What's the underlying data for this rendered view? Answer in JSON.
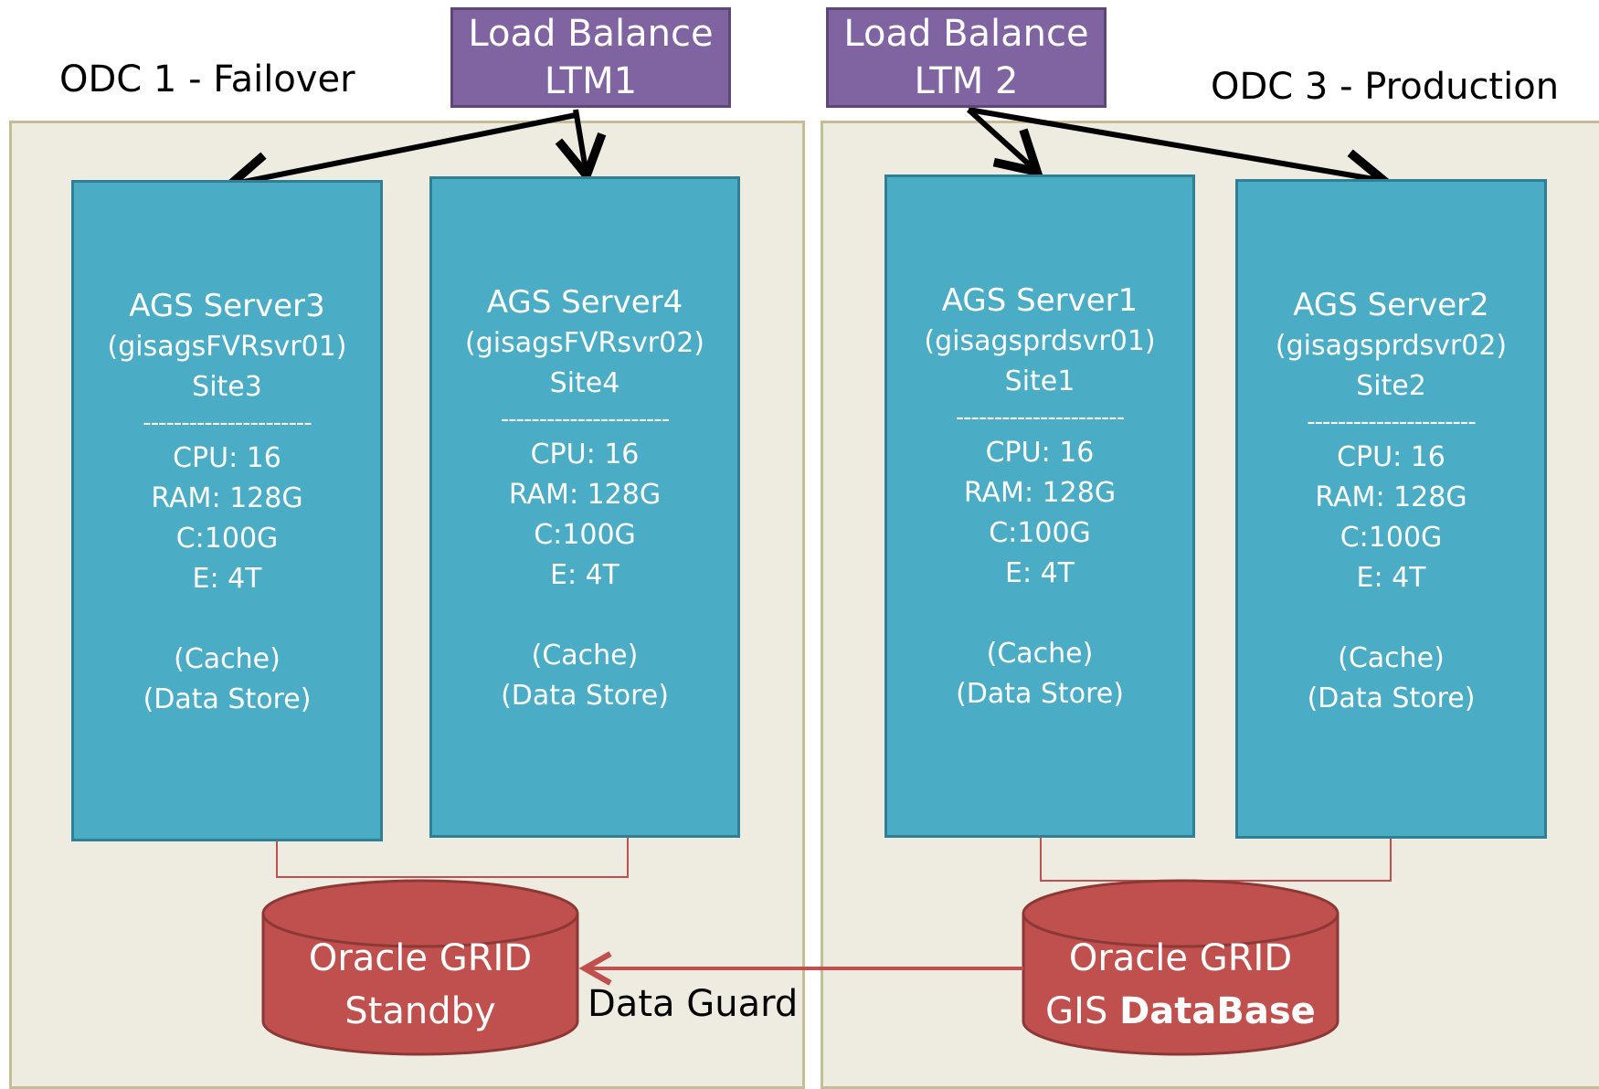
{
  "datacenters": [
    {
      "label": "ODC 1 - Failover"
    },
    {
      "label": "ODC 3 - Production"
    }
  ],
  "load_balancers": [
    {
      "line1": "Load Balance",
      "line2": "LTM1"
    },
    {
      "line1": "Load Balance",
      "line2": "LTM 2"
    }
  ],
  "servers": [
    {
      "name": "AGS Server3",
      "host": "(gisagsFVRsvr01)",
      "site": "Site3",
      "divider": "----------------------",
      "cpu": "CPU: 16",
      "ram": "RAM: 128G",
      "c": "C:100G",
      "e": "E: 4T",
      "cache": "(Cache)",
      "store": "(Data Store)"
    },
    {
      "name": "AGS Server4",
      "host": "(gisagsFVRsvr02)",
      "site": "Site4",
      "divider": "----------------------",
      "cpu": "CPU: 16",
      "ram": "RAM: 128G",
      "c": "C:100G",
      "e": "E: 4T",
      "cache": "(Cache)",
      "store": "(Data Store)"
    },
    {
      "name": "AGS Server1",
      "host": "(gisagsprdsvr01)",
      "site": "Site1",
      "divider": "----------------------",
      "cpu": "CPU: 16",
      "ram": "RAM: 128G",
      "c": "C:100G",
      "e": "E: 4T",
      "cache": "(Cache)",
      "store": "(Data Store)"
    },
    {
      "name": "AGS Server2",
      "host": "(gisagsprdsvr02)",
      "site": "Site2",
      "divider": "----------------------",
      "cpu": "CPU: 16",
      "ram": "RAM: 128G",
      "c": "C:100G",
      "e": "E: 4T",
      "cache": "(Cache)",
      "store": "(Data Store)"
    }
  ],
  "databases": [
    {
      "line1": "Oracle GRID",
      "line2": "Standby"
    },
    {
      "line1": "Oracle GRID",
      "line2_prefix": "GIS ",
      "line2_bold": "DataBase"
    }
  ],
  "replication": {
    "label": "Data Guard"
  },
  "colors": {
    "datacenter_fill": "#eeece1",
    "load_balancer": "#8064a2",
    "server": "#4bacc6",
    "database": "#c0504d",
    "connector": "#c0504d"
  }
}
